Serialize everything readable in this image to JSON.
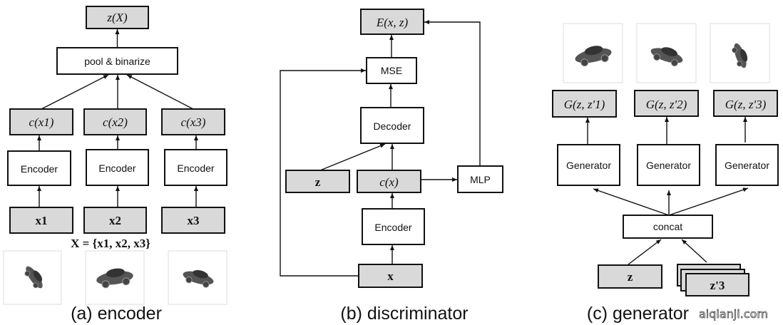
{
  "encoder": {
    "output": "z(X)",
    "pool": "pool & binarize",
    "codes": [
      "c(x1)",
      "c(x2)",
      "c(x3)"
    ],
    "encoders": [
      "Encoder",
      "Encoder",
      "Encoder"
    ],
    "inputs": [
      "x1",
      "x2",
      "x3"
    ],
    "set_label": "X = {x1, x2, x3}",
    "caption": "(a) encoder"
  },
  "discriminator": {
    "output": "E(x, z)",
    "mse": "MSE",
    "decoder": "Decoder",
    "z": "z",
    "code": "c(x)",
    "mlp": "MLP",
    "encoder": "Encoder",
    "input": "x",
    "caption": "(b) discriminator"
  },
  "generator": {
    "outputs": [
      "G(z, z'1)",
      "G(z, z'2)",
      "G(z, z'3)"
    ],
    "generators": [
      "Generator",
      "Generator",
      "Generator"
    ],
    "concat": "concat",
    "z": "z",
    "zprime": "z'3",
    "caption": "(c) generator"
  },
  "watermark": "aiqianji.com"
}
